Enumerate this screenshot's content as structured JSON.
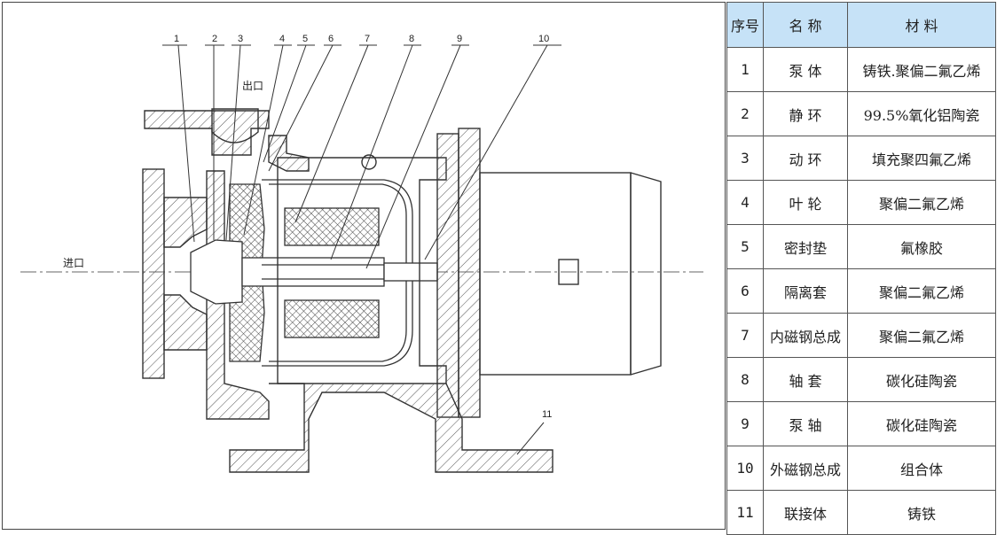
{
  "drawing": {
    "part_labels": [
      "1",
      "2",
      "3",
      "4",
      "5",
      "6",
      "7",
      "8",
      "9",
      "10",
      "11"
    ],
    "outlet_label": "出口",
    "inlet_label": "进口"
  },
  "table": {
    "headers": {
      "no": "序号",
      "name": "名 称",
      "material": "材  料"
    },
    "rows": [
      {
        "no": "1",
        "name": "泵 体",
        "material": "铸铁.聚偏二氟乙烯"
      },
      {
        "no": "2",
        "name": "静 环",
        "material": "99.5%氧化铝陶瓷"
      },
      {
        "no": "3",
        "name": "动 环",
        "material": "填充聚四氟乙烯"
      },
      {
        "no": "4",
        "name": "叶 轮",
        "material": "聚偏二氟乙烯"
      },
      {
        "no": "5",
        "name": "密封垫",
        "material": "氟橡胶"
      },
      {
        "no": "6",
        "name": "隔离套",
        "material": "聚偏二氟乙烯"
      },
      {
        "no": "7",
        "name": "内磁钢总成",
        "material": "聚偏二氟乙烯"
      },
      {
        "no": "8",
        "name": "轴  套",
        "material": "碳化硅陶瓷"
      },
      {
        "no": "9",
        "name": "泵  轴",
        "material": "碳化硅陶瓷"
      },
      {
        "no": "10",
        "name": "外磁钢总成",
        "material": "组合体"
      },
      {
        "no": "11",
        "name": "联接体",
        "material": "铸铁"
      }
    ]
  }
}
